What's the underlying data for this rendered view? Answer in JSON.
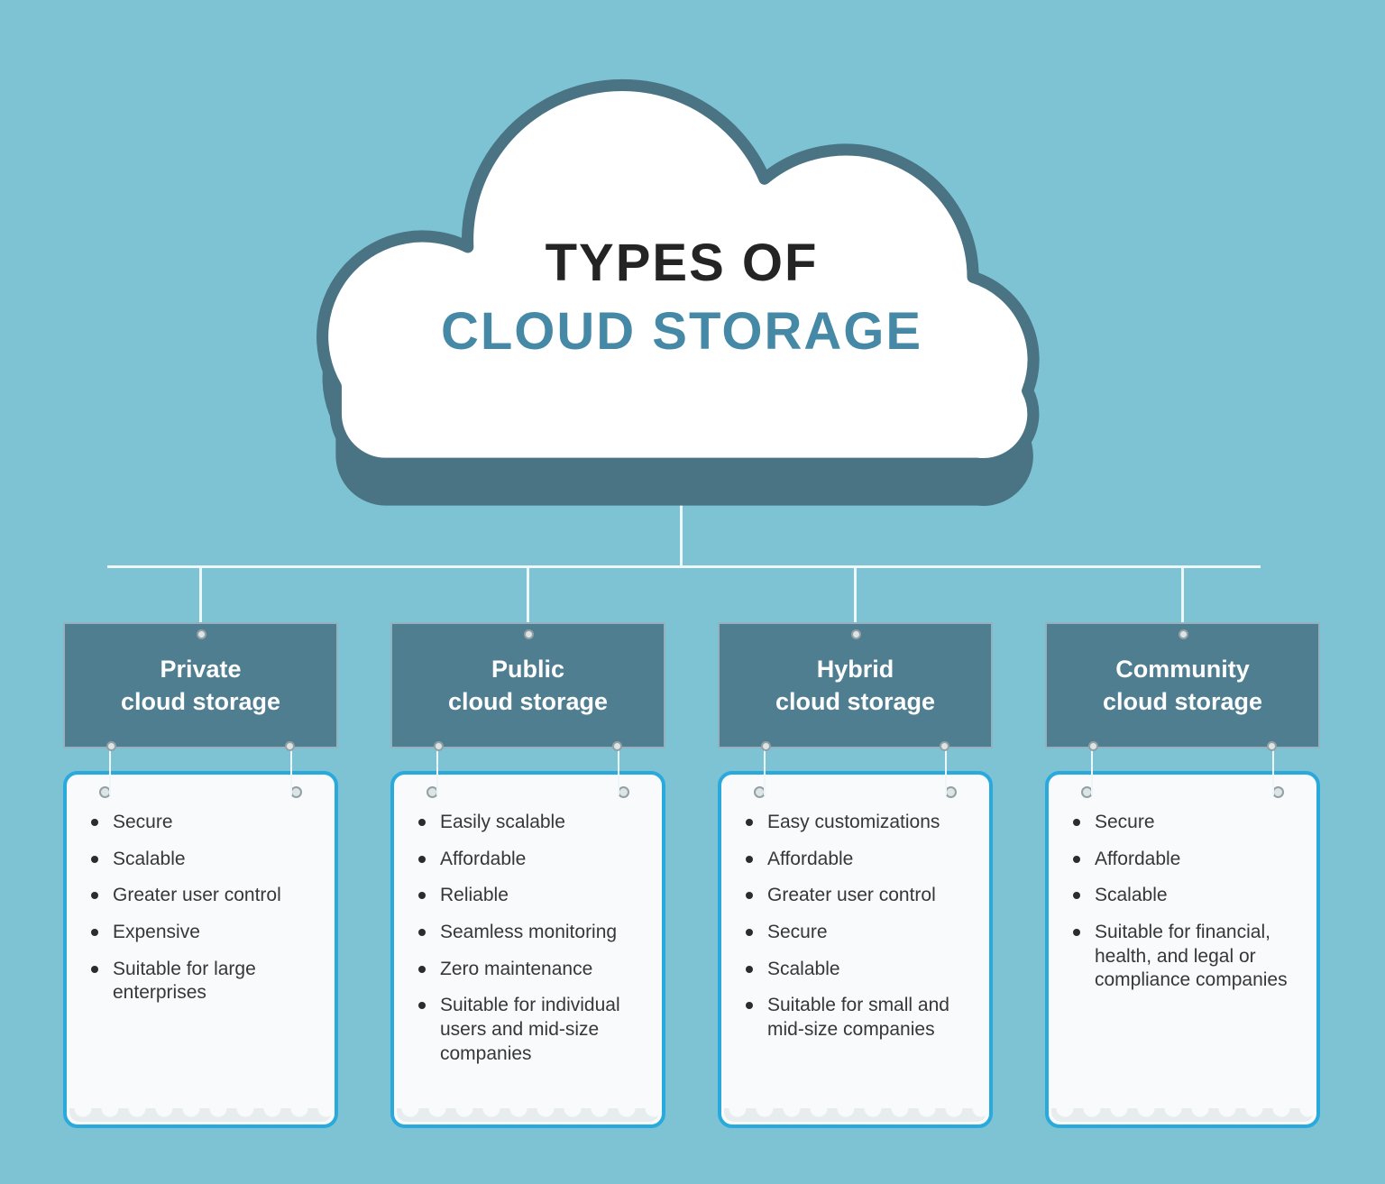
{
  "title": {
    "line1": "TYPES OF",
    "line2": "CLOUD STORAGE"
  },
  "colors": {
    "background": "#7dc3d3",
    "cloud_outline": "#4a7383",
    "cloud_fill": "#ffffff",
    "header_box": "#4f7e91",
    "header_text": "#ffffff",
    "card_border": "#2aa9dc",
    "card_fill": "#f8fafb",
    "title_dark": "#242424",
    "title_accent": "#4589a6",
    "connector": "#edf6f8",
    "body_text": "#373737"
  },
  "columns": [
    {
      "title_line1": "Private",
      "title_line2": "cloud storage",
      "items": [
        "Secure",
        "Scalable",
        "Greater user control",
        "Expensive",
        "Suitable for large enterprises"
      ]
    },
    {
      "title_line1": "Public",
      "title_line2": "cloud storage",
      "items": [
        "Easily scalable",
        "Affordable",
        "Reliable",
        "Seamless monitoring",
        "Zero maintenance",
        "Suitable for individual users and mid-size companies"
      ]
    },
    {
      "title_line1": "Hybrid",
      "title_line2": "cloud storage",
      "items": [
        "Easy customizations",
        "Affordable",
        "Greater user control",
        "Secure",
        "Scalable",
        "Suitable for small and mid-size companies"
      ]
    },
    {
      "title_line1": "Community",
      "title_line2": "cloud storage",
      "items": [
        "Secure",
        "Affordable",
        "Scalable",
        "Suitable for financial, health, and legal or compliance companies"
      ]
    }
  ]
}
